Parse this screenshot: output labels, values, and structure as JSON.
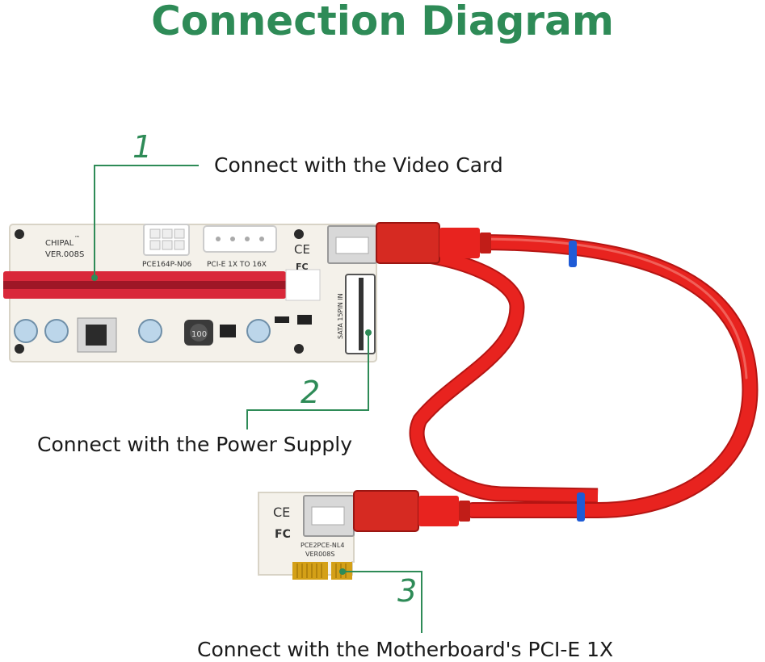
{
  "title": "Connection Diagram",
  "colors": {
    "title": "#2e8b57",
    "leader_line": "#2e8b57",
    "step_number": "#2e8b57",
    "cable": "#e8231f",
    "board": "#f4f1ea",
    "slot": "#d9283a",
    "gold_fingers": "#d4a017",
    "band": "#1e5bd6"
  },
  "steps": [
    {
      "number": "1",
      "text": "Connect with the Video Card"
    },
    {
      "number": "2",
      "text": "Connect with the Power Supply"
    },
    {
      "number": "3",
      "text": "Connect with the Motherboard's PCI-E 1X"
    }
  ],
  "riser_board": {
    "brand": "CHIPAL",
    "trademark": "™",
    "version": "VER.008S",
    "power_label": "PCE164P-N06",
    "slot_label": "PCI-E 1X TO 16X",
    "sata_label": "SATA 15PIN IN",
    "ce_mark": "CE",
    "fcc_mark": "FC",
    "inductor_label": "100"
  },
  "adapter_board": {
    "model": "PCE2PCE-NL4",
    "version": "VER008S",
    "ce_mark": "CE",
    "fcc_mark": "FC"
  }
}
